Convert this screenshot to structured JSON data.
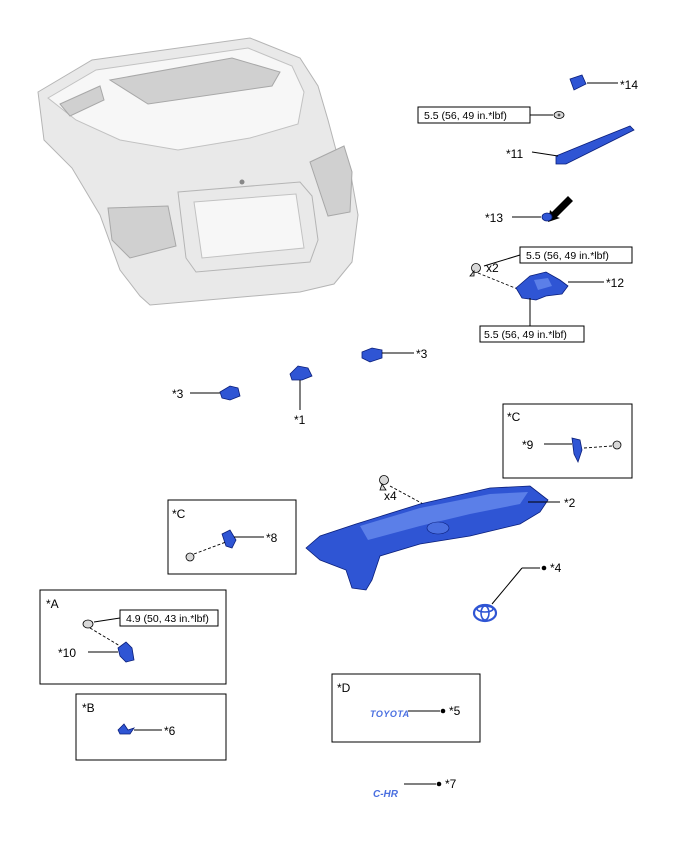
{
  "callouts": {
    "c14": "*14",
    "c11": "*11",
    "c13": "*13",
    "c12": "*12",
    "c3a": "*3",
    "c3b": "*3",
    "c1": "*1",
    "c2": "*2",
    "c4": "*4",
    "c5": "*5",
    "c6": "*6",
    "c7": "*7",
    "c8": "*8",
    "c9": "*9",
    "c10": "*10"
  },
  "torques": {
    "t_arm_nut": "5.5 (56, 49 in.*lbf)",
    "t_motor_bolt": "5.5 (56, 49 in.*lbf)",
    "t_motor_bottom": "5.5 (56, 49 in.*lbf)",
    "t_detail_a": "4.9 (50, 43 in.*lbf)"
  },
  "quantities": {
    "q_motor_bolts": "x2",
    "q_garnish_bolts": "x4"
  },
  "detail_views": {
    "a": "*A",
    "b": "*B",
    "c_left": "*C",
    "c_right": "*C",
    "d": "*D"
  },
  "emblems": {
    "toyota": "TOYOTA",
    "chr": "C-HR"
  },
  "colors": {
    "part_fill": "#2f55d4",
    "part_outline": "#0a1e7a",
    "door_fill": "#e9e9e9"
  }
}
